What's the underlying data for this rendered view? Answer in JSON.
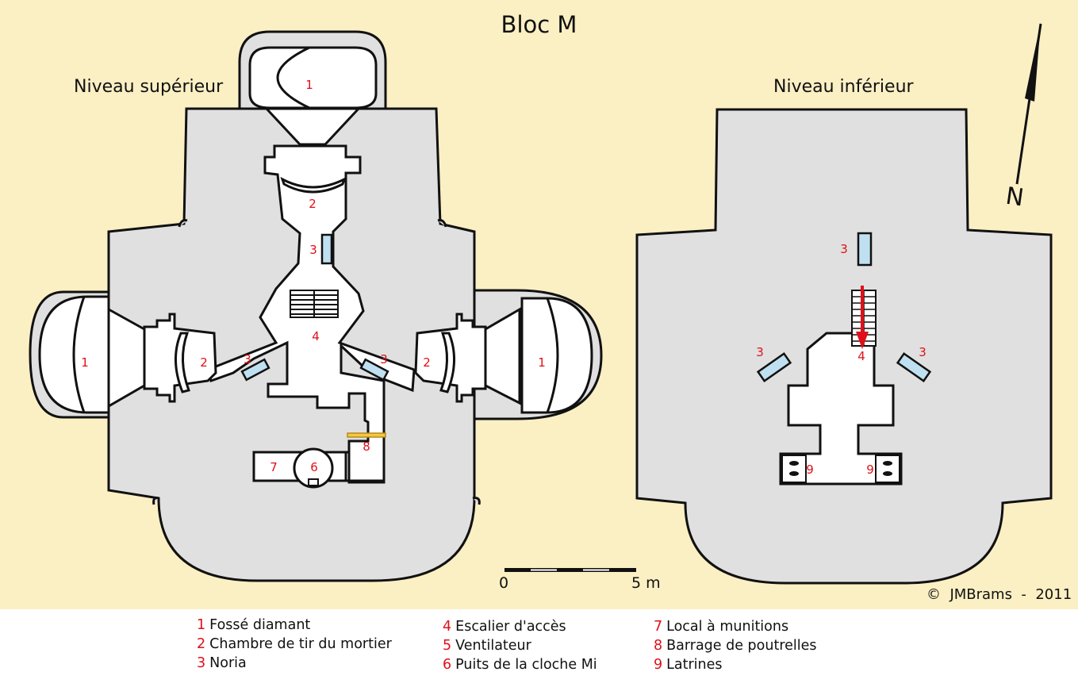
{
  "title": "Bloc M",
  "levels": {
    "upper": "Niveau supérieur",
    "lower": "Niveau inférieur"
  },
  "north": "N",
  "scale": {
    "start": "0",
    "end": "5 m"
  },
  "copyright": "©  JMBrams  -  2011",
  "upper_labels": {
    "ditch_top": "1",
    "ditch_left": "1",
    "ditch_right": "1",
    "chamber_top": "2",
    "chamber_left": "2",
    "chamber_right": "2",
    "noria_top": "3",
    "noria_left": "3",
    "noria_right": "3",
    "stair": "4",
    "well": "6",
    "munitions": "7",
    "barrage": "8"
  },
  "lower_labels": {
    "noria_top": "3",
    "noria_left": "3",
    "noria_right": "3",
    "stair": "4",
    "latrine_left": "9",
    "latrine_right": "9"
  },
  "legend": {
    "col1": [
      {
        "num": "1",
        "text": "Fossé diamant"
      },
      {
        "num": "2",
        "text": "Chambre de tir du mortier"
      },
      {
        "num": "3",
        "text": "Noria"
      }
    ],
    "col2": [
      {
        "num": "4",
        "text": "Escalier d'accès"
      },
      {
        "num": "5",
        "text": "Ventilateur"
      },
      {
        "num": "6",
        "text": "Puits de la cloche Mi"
      }
    ],
    "col3": [
      {
        "num": "7",
        "text": "Local à munitions"
      },
      {
        "num": "8",
        "text": "Barrage de poutrelles"
      },
      {
        "num": "9",
        "text": "Latrines"
      }
    ]
  },
  "colors": {
    "background": "#fbefc4",
    "concrete": "#e0e0e0",
    "wall": "#111111",
    "label_red": "#e0101a",
    "noria_blue": "#bfe0f0",
    "barrage_yellow": "#f5c842"
  }
}
